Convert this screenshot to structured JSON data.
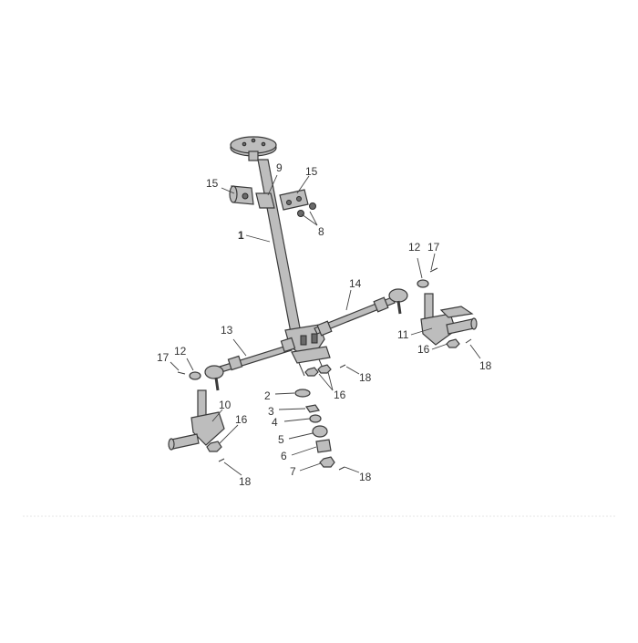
{
  "diagram": {
    "labels": {
      "l1": "1",
      "l2": "2",
      "l3": "3",
      "l4": "4",
      "l5": "5",
      "l6": "6",
      "l7": "7",
      "l8": "8",
      "l9": "9",
      "l10": "10",
      "l11": "11",
      "l12a": "12",
      "l12b": "12",
      "l13": "13",
      "l14": "14",
      "l15a": "15",
      "l15b": "15",
      "l16a": "16",
      "l16b": "16",
      "l16c": "16",
      "l17a": "17",
      "l17b": "17",
      "l18a": "18",
      "l18b": "18",
      "l18c": "18",
      "l18d": "18"
    }
  }
}
